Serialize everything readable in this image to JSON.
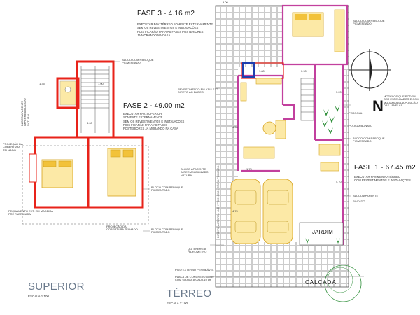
{
  "phases": {
    "fase3": {
      "title": "FASE 3 - 4.16 m2",
      "notes": [
        "EXECUTAR PAV. TÉRREO SOMENTE EXTERNAMENTE",
        "SEM OS REVESTIMENTOS E INSTALAÇÕES",
        "POIS FICARÃO PARA AS FASES POSTERIORES",
        "JÁ MORANDO NA CASA"
      ]
    },
    "fase2": {
      "title": "FASE 2 - 49.00 m2",
      "notes": [
        "EXECUTAR PAV. SUPERIOR",
        "SOMENTE EXTERNAMENTE",
        "SEM OS REVESTIMENTOS E INSTALAÇÕES",
        "POIS FICARÃO PARA AS FASES",
        "POSTERIORES JÁ MORANDO NA CASA"
      ]
    },
    "fase1": {
      "title": "FASE 1 - 67.45 m2",
      "notes": [
        "EXECUTAR PAVIMENTO TÉRREO",
        "COM REVESTIMENTOS E INSTALAÇÕES"
      ]
    }
  },
  "labels": {
    "superior_title": "SUPERIOR",
    "superior_scale": "ESCALA 1:100",
    "terreo_title": "TÉRREO",
    "terreo_scale": "ESCALA 1:100",
    "jardim": "JARDIM",
    "calcada": "CALÇADA",
    "north": "N",
    "bloco_reboque_pigmentado": "BLOCO COM REBOQUE PIGMENTADO",
    "bloco_reboque": "BLOCO COM REBOQUE",
    "pigmentado": "PIGMENTADO",
    "bloco_aparente": "BLOCO APARENTE",
    "bloco_aparente_pintado": "PINTADO",
    "bloco_impermeabilizado": "BLOCO APARENTE IMPERMEABILIZADO NATURAL",
    "bloco_impermeabilizado_vertical": "BLOCO APARENTE IMPERMEABILIZADO NATURAL",
    "bloco_impermeabilizado_2": "BLOCO APARENTE IMPERMEABILIZADO NATURAL",
    "revestimento_azulejo": "REVESTIMENTO EM AZULEJO DIRETO AO BLOCO",
    "pergola": "PERGOLA",
    "policarbonato": "POLICARBONATO",
    "modelos_portas": "MODELOS QUE PODEM SER ESPELHADOS E COM MUDANÇAS DA POSIÇÃO DAS JANELAS",
    "projecao_cobertura_1": "PROJEÇÃO DA COBERTURA TELHADO",
    "projecao_cobertura_2": "PROJEÇÃO DA COBERTURA TELHADO",
    "fechamento_ext": "FECHAMENTO EXT. EM MADEIRA PRÉ FABRICADA",
    "qg_energia": "QG. ENERGIA HIDROMETRO",
    "piso_externo": "PISO EXTERNO PERMEÁVEL",
    "placa_concreto": "PLACA DE CONCRETO 50x50 COM GRAMA A CADA 10 cm",
    "direito_autoral": "DIREITO AUTORAL - LEI Nº 9.610/98 - CÓPIA PROIBIDA"
  },
  "dimensions": {
    "d_top": "9.00",
    "d_left_1": "4.50",
    "d_left_2": "4.70",
    "d_right_1": "3.20",
    "d_right_2": "4.70",
    "d_mid": "1.75",
    "d_small_1": "1.80",
    "d_small_2": "0.90",
    "d_sup_1": "1.35",
    "d_sup_2": "3.00",
    "d_sup_3": "1.00"
  },
  "colors": {
    "red_wall": "#e8231a",
    "magenta_wall": "#c2409e",
    "yellow_fill": "#fce9a6",
    "furniture": "#f2c23a",
    "blue": "#1f3fae",
    "green": "#2f8f3a",
    "paving": "#9a9a9a"
  }
}
